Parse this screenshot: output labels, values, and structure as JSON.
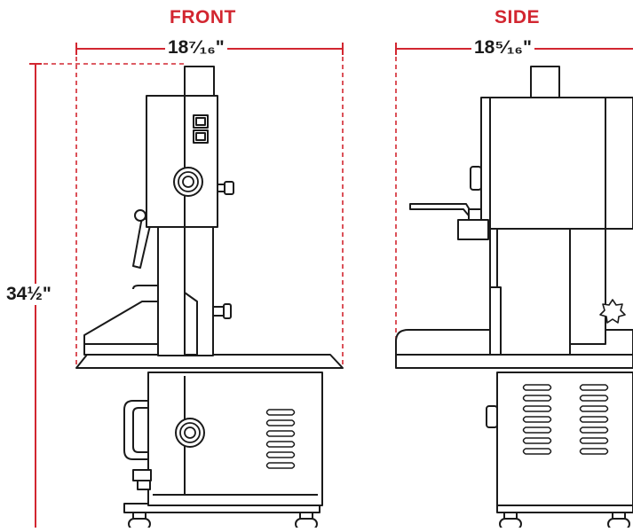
{
  "front": {
    "title": "FRONT",
    "width_label": "18⁷⁄₁₆\""
  },
  "side": {
    "title": "SIDE",
    "width_label": "18⁵⁄₁₆\""
  },
  "height_label": "34½\"",
  "colors": {
    "accent": "#d22630",
    "ink": "#1a1a1a",
    "fill": "#ffffff"
  },
  "icons": {
    "knob": "gear-knob-icon"
  }
}
